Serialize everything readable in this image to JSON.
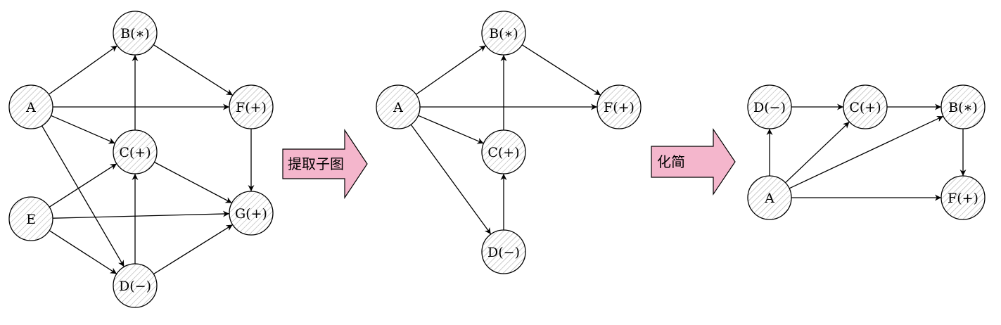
{
  "graphs": [
    {
      "id": "original",
      "nodes": [
        {
          "id": "B",
          "label": "B(∗)"
        },
        {
          "id": "A",
          "label": "A"
        },
        {
          "id": "F",
          "label": "F(+)"
        },
        {
          "id": "C",
          "label": "C(+)"
        },
        {
          "id": "E",
          "label": "E"
        },
        {
          "id": "G",
          "label": "G(+)"
        },
        {
          "id": "D",
          "label": "D(−)"
        }
      ],
      "edges": [
        [
          "A",
          "B"
        ],
        [
          "A",
          "F"
        ],
        [
          "A",
          "C"
        ],
        [
          "A",
          "D"
        ],
        [
          "B",
          "F"
        ],
        [
          "C",
          "B"
        ],
        [
          "C",
          "G"
        ],
        [
          "F",
          "G"
        ],
        [
          "E",
          "C"
        ],
        [
          "E",
          "G"
        ],
        [
          "E",
          "D"
        ],
        [
          "D",
          "C"
        ],
        [
          "D",
          "G"
        ]
      ]
    },
    {
      "id": "subgraph",
      "nodes": [
        {
          "id": "B",
          "label": "B(∗)"
        },
        {
          "id": "A",
          "label": "A"
        },
        {
          "id": "F",
          "label": "F(+)"
        },
        {
          "id": "C",
          "label": "C(+)"
        },
        {
          "id": "D",
          "label": "D(−)"
        }
      ],
      "edges": [
        [
          "A",
          "B"
        ],
        [
          "A",
          "F"
        ],
        [
          "A",
          "C"
        ],
        [
          "A",
          "D"
        ],
        [
          "B",
          "F"
        ],
        [
          "C",
          "B"
        ],
        [
          "D",
          "C"
        ]
      ]
    },
    {
      "id": "simplified",
      "nodes": [
        {
          "id": "D",
          "label": "D(−)"
        },
        {
          "id": "C",
          "label": "C(+)"
        },
        {
          "id": "B",
          "label": "B(∗)"
        },
        {
          "id": "A",
          "label": "A"
        },
        {
          "id": "F",
          "label": "F(+)"
        }
      ],
      "edges": [
        [
          "D",
          "C"
        ],
        [
          "C",
          "B"
        ],
        [
          "B",
          "F"
        ],
        [
          "A",
          "D"
        ],
        [
          "A",
          "C"
        ],
        [
          "A",
          "B"
        ],
        [
          "A",
          "F"
        ]
      ]
    }
  ],
  "transitions": [
    {
      "label": "提取子图"
    },
    {
      "label": "化简"
    }
  ]
}
